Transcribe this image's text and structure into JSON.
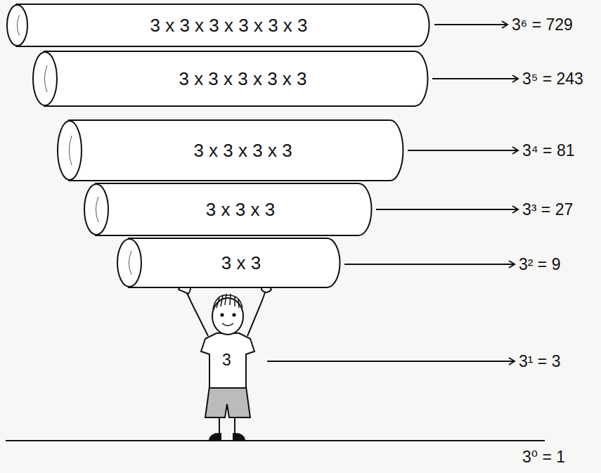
{
  "diagram": {
    "nodes": [
      {
        "text": [
          "3 x 3 x 3 x 3 x 3 x 3"
        ]
      },
      {
        "text": [
          "3 x 3 x 3 x 3 x 3"
        ]
      },
      {
        "text": [
          "3 x 3 x 3 x 3"
        ]
      },
      {
        "text": [
          "3 x 3 x 3"
        ]
      },
      {
        "text": [
          "3 x 3"
        ]
      }
    ],
    "labels": [
      "3⁶ = 729",
      "3⁵ = 243",
      "3⁴ = 81",
      "3³ = 27",
      "3² = 9",
      "3",
      "3¹ = 3",
      "3⁰ = 1"
    ]
  }
}
